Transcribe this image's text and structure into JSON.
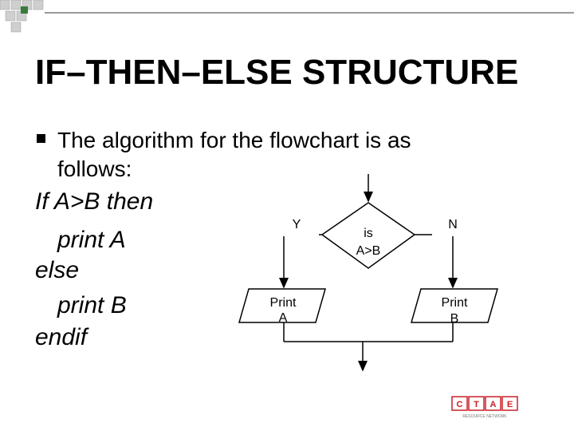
{
  "title": "IF–THEN–ELSE STRUCTURE",
  "bullet": {
    "text": "The algorithm for the flowchart is as follows:"
  },
  "pseudocode": {
    "line1": "If A>B then",
    "line2": "print A",
    "line3": "else",
    "line4": "print B",
    "line5": "endif"
  },
  "flowchart": {
    "decision_line1": "is",
    "decision_line2": "A>B",
    "yes_label": "Y",
    "no_label": "N",
    "left_box_line1": "Print",
    "left_box_line2": "A",
    "right_box_line1": "Print",
    "right_box_line2": "B"
  },
  "logo": {
    "letters": [
      "C",
      "T",
      "A",
      "E"
    ],
    "tagline": "RESOURCE NETWORK"
  },
  "colors": {
    "decor_grey": "#cfcfcf",
    "decor_green": "#3c7a3c",
    "logo_red": "#c8202a"
  }
}
